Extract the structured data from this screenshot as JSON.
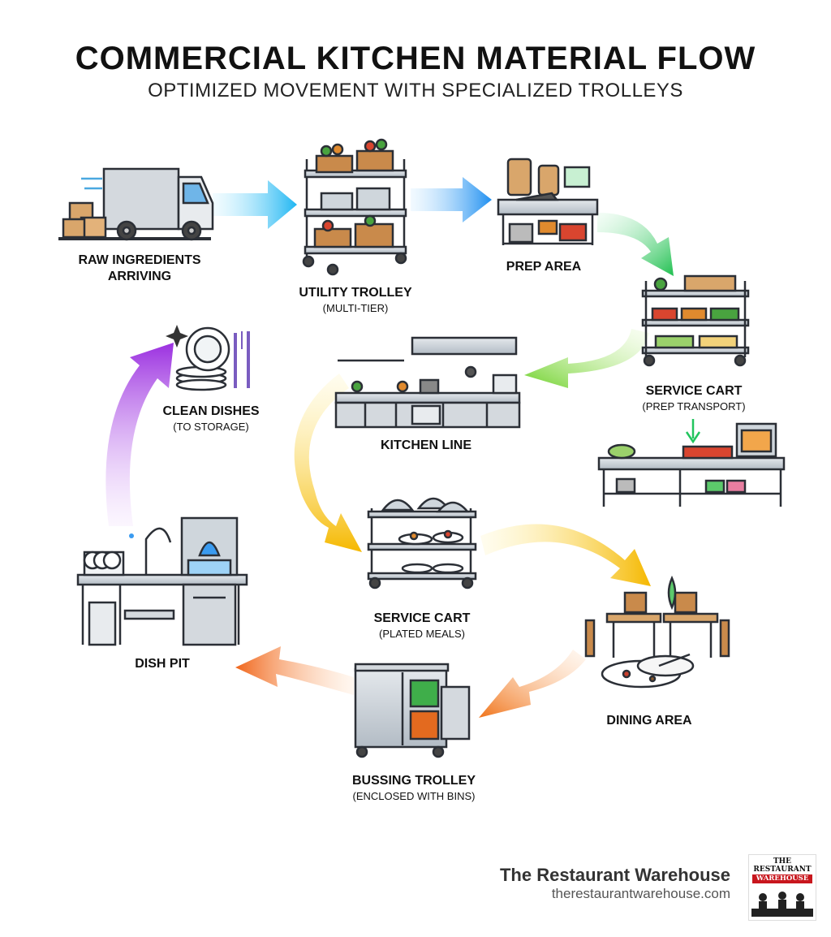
{
  "title": "COMMERCIAL KITCHEN MATERIAL FLOW",
  "subtitle": "OPTIMIZED MOVEMENT WITH SPECIALIZED TROLLEYS",
  "stations": {
    "raw": {
      "line1": "RAW INGREDIENTS",
      "line2": "ARRIVING"
    },
    "utility": {
      "name": "UTILITY TROLLEY",
      "sub": "(MULTI-TIER)"
    },
    "prep": {
      "name": "PREP AREA"
    },
    "service_prep": {
      "name": "SERVICE CART",
      "sub": "(PREP TRANSPORT)"
    },
    "kitchen_line": {
      "name": "KITCHEN LINE"
    },
    "service_plated": {
      "name": "SERVICE CART",
      "sub": "(PLATED MEALS)"
    },
    "dining": {
      "name": "DINING AREA"
    },
    "bussing": {
      "name": "BUSSING TROLLEY",
      "sub": "(ENCLOSED WITH BINS)"
    },
    "dish_pit": {
      "name": "DISH PIT"
    },
    "clean": {
      "name": "CLEAN DISHES",
      "sub": "(TO STORAGE)"
    }
  },
  "icons": [
    "delivery-truck-icon",
    "utility-trolley-icon",
    "prep-table-icon",
    "service-cart-icon",
    "kitchen-line-icon",
    "plated-cart-icon",
    "dining-table-icon",
    "bussing-trolley-icon",
    "dish-pit-icon",
    "clean-dishes-icon",
    "prep-counter-icon"
  ],
  "colors": {
    "blue": "#1f9bf0",
    "cyan": "#36c6f4",
    "green": "#22c55e",
    "lime": "#6fd12b",
    "yellow": "#f5c518",
    "orange": "#f07a1a",
    "purple": "#a436e3",
    "steel": "#9aa3ad"
  },
  "brand": {
    "name": "The Restaurant Warehouse",
    "url": "therestaurantwarehouse.com",
    "logo_lines": [
      "THE",
      "RESTAURANT",
      "WAREHOUSE"
    ]
  }
}
